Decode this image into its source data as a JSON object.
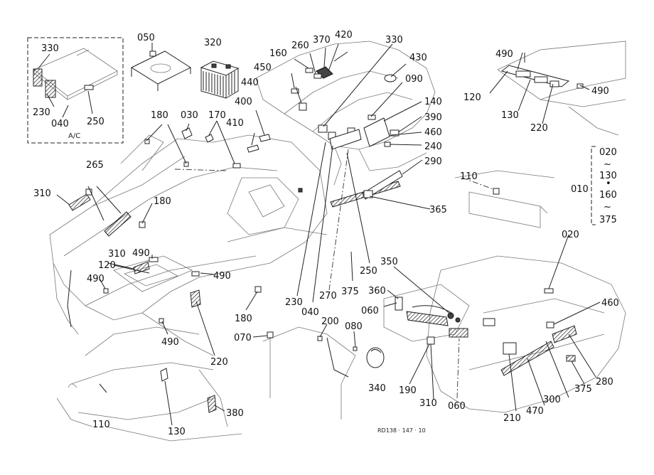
{
  "labels": {
    "l050": "050",
    "l320": "320",
    "l330a": "330",
    "l230a": "230",
    "l040a": "040",
    "l250a": "250",
    "ac": "A/C",
    "l160": "160",
    "l260": "260",
    "l370": "370",
    "l420": "420",
    "l330b": "330",
    "l430": "430",
    "l450": "450",
    "l440": "440",
    "l090": "090",
    "l400": "400",
    "l140": "140",
    "l390": "390",
    "l460a": "460",
    "l240": "240",
    "l290": "290",
    "l490a": "490",
    "l120a": "120",
    "l130a": "130",
    "l220a": "220",
    "l490b": "490",
    "r020": "020",
    "r130": "130",
    "r160": "160",
    "r375": "375",
    "r010": "010",
    "t1": "~",
    "t2": "~",
    "dot": "•",
    "l180a": "180",
    "l030": "030",
    "l170": "170",
    "l410": "410",
    "l265": "265",
    "l310a": "310",
    "l180b": "180",
    "l110a": "110",
    "l365": "365",
    "l020": "020",
    "l310b": "310",
    "l490c": "490",
    "l120b": "120",
    "l490d": "490",
    "l490e": "490",
    "l350": "350",
    "l360": "360",
    "l060a": "060",
    "l230b": "230",
    "l040b": "040",
    "l270": "270",
    "l375a": "375",
    "l250b": "250",
    "l180c": "180",
    "l070": "070",
    "l200": "200",
    "l080": "080",
    "l490f": "490",
    "l220b": "220",
    "l460b": "460",
    "l340": "340",
    "l190": "190",
    "l310c": "310",
    "l060b": "060",
    "l210": "210",
    "l470": "470",
    "l300": "300",
    "l375b": "375",
    "l280": "280",
    "l380": "380",
    "l130b": "130",
    "l110b": "110",
    "ref": "RD138 · 147 · 10"
  }
}
